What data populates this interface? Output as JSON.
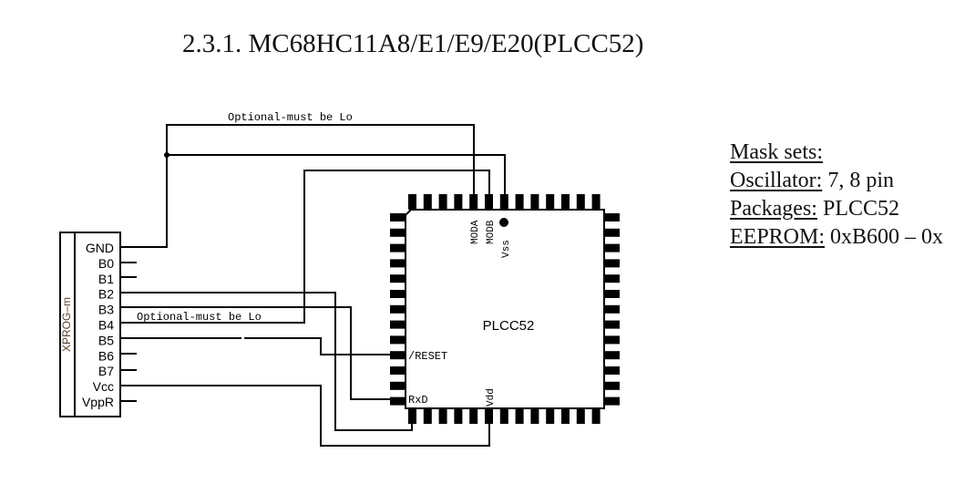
{
  "title": "2.3.1. MC68HC11A8/E1/E9/E20(PLCC52)",
  "info": [
    {
      "key": "Mask sets:",
      "value": ""
    },
    {
      "key": "Oscillator:",
      "value": " 7, 8 pin"
    },
    {
      "key": "Packages:",
      "value": " PLCC52"
    },
    {
      "key": "EEPROM:",
      "value": " 0xB600 – 0x"
    }
  ],
  "connector": {
    "name": "XPROG–m",
    "name_color": "#5a4020",
    "pins": [
      "GND",
      "B0",
      "B1",
      "B2",
      "B3",
      "B4",
      "B5",
      "B6",
      "B7",
      "Vcc",
      "VppR"
    ]
  },
  "chip": {
    "package": "PLCC52",
    "pins_per_side": 13,
    "labels": {
      "moda": "MODA",
      "modb": "MODB",
      "vss": "Vss",
      "reset": "/RESET",
      "rxd": "RxD",
      "vdd": "Vdd"
    }
  },
  "annotations": {
    "top_note": "Optional-must be Lo",
    "mid_note": "Optional-must be Lo"
  },
  "connections": [
    {
      "from": "GND",
      "to": "MODA"
    },
    {
      "from": "GND",
      "to": "Vss"
    },
    {
      "from": "B4",
      "to": "MODB"
    },
    {
      "from": "B2",
      "to": "bottom-pin-1"
    },
    {
      "from": "B3",
      "to": "RxD"
    },
    {
      "from": "B5",
      "to": "/RESET"
    },
    {
      "from": "Vcc",
      "to": "Vdd"
    }
  ]
}
